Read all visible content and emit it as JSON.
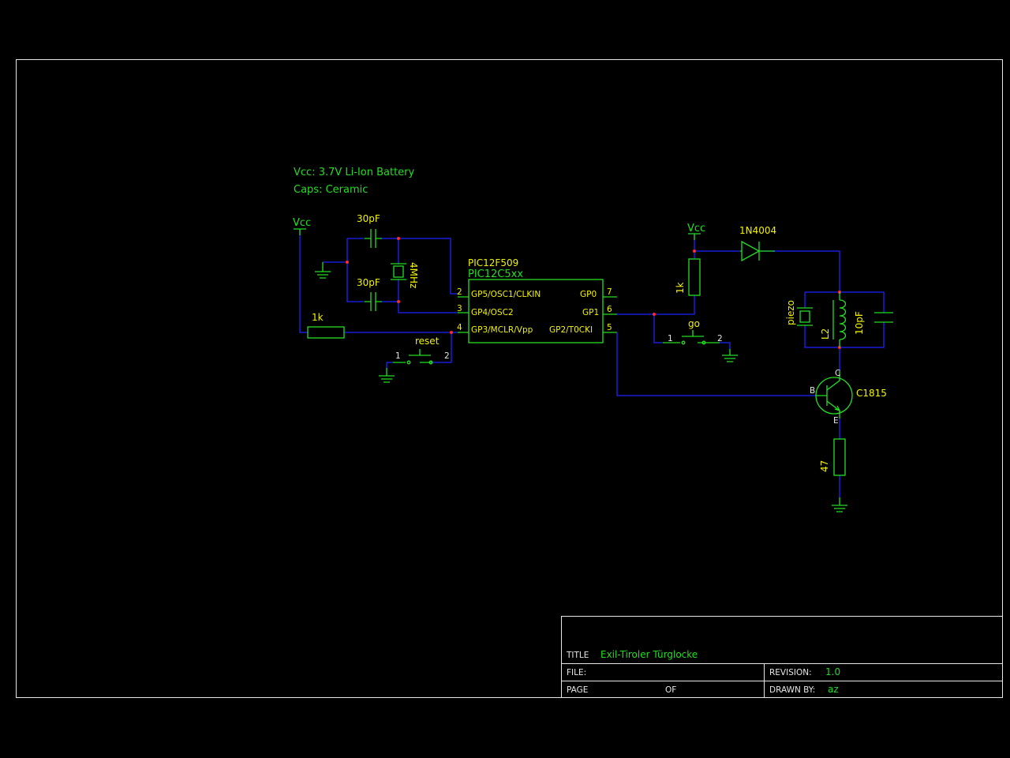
{
  "notes": {
    "vcc": "Vcc: 3.7V Li-Ion Battery",
    "caps": "Caps: Ceramic"
  },
  "components": {
    "vcc_left": "Vcc",
    "vcc_right": "Vcc",
    "cap_top": "30pF",
    "cap_bottom": "30pF",
    "crystal": "4MHz",
    "res_mclr": "1k",
    "reset_switch": "reset",
    "reset_pin1": "1",
    "reset_pin2": "2",
    "ic_name": "PIC12F509",
    "ic_family": "PIC12C5xx",
    "res_pullup": "1k",
    "go_switch": "go",
    "go_pin1": "1",
    "go_pin2": "2",
    "diode": "1N4004",
    "piezo": "piezo",
    "inductor": "L2",
    "cap_tank": "10pF",
    "transistor": "C1815",
    "transistor_b": "B",
    "transistor_c": "C",
    "transistor_e": "E",
    "res_emitter": "47"
  },
  "ic_pins": {
    "p2_num": "2",
    "p2_name": "GP5/OSC1/CLKIN",
    "p3_num": "3",
    "p3_name": "GP4/OSC2",
    "p4_num": "4",
    "p4_name": "GP3/MCLR/Vpp",
    "p7_num": "7",
    "p7_name": "GP0",
    "p6_num": "6",
    "p6_name": "GP1",
    "p5_num": "5",
    "p5_name": "GP2/T0CKI"
  },
  "title_block": {
    "title_label": "TITLE",
    "title_value": "Exil-Tiroler Türglocke",
    "file_label": "FILE:",
    "revision_label": "REVISION:",
    "revision_value": "1.0",
    "page_label": "PAGE",
    "of_label": "OF",
    "drawn_by_label": "DRAWN BY:",
    "drawn_by_value": "az"
  },
  "colors": {
    "background": "#000000",
    "wire": "#1e22ff",
    "component": "#22dd22",
    "label": "#f2f200",
    "junction": "#ff2a2a",
    "frame": "#e6e6e6"
  }
}
